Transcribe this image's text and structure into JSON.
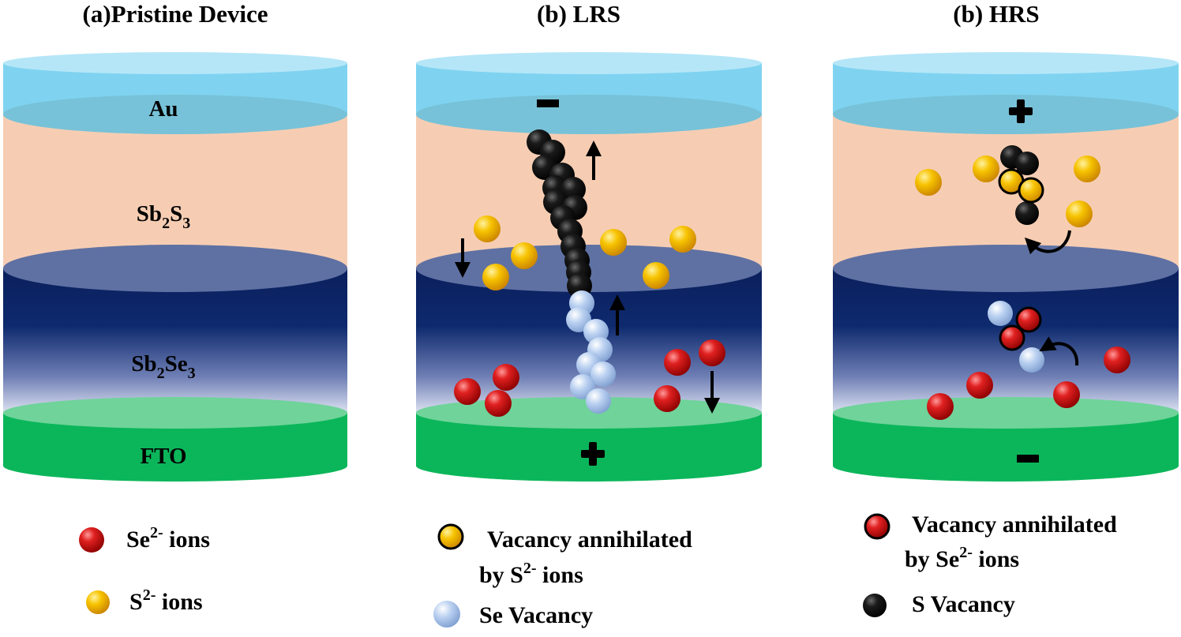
{
  "panels": [
    {
      "id": "pristine",
      "title": "(a)Pristine Device",
      "layers": {
        "top": "Au",
        "upper": {
          "base": "Sb",
          "sub1": "2",
          "mid": "S",
          "sub2": "3"
        },
        "lower": {
          "base": "Sb",
          "sub1": "2",
          "mid": "Se",
          "sub2": "3"
        },
        "bottom": "FTO"
      }
    },
    {
      "id": "lrs",
      "title": "(b) LRS",
      "top_polarity": "minus",
      "bottom_polarity": "plus"
    },
    {
      "id": "hrs",
      "title": "(b) HRS",
      "top_polarity": "plus",
      "bottom_polarity": "minus"
    }
  ],
  "legend": [
    {
      "id": "se-ion",
      "ball": "red",
      "parts": [
        "Se",
        "2-",
        " ions"
      ]
    },
    {
      "id": "s-ion",
      "ball": "yellow",
      "parts": [
        "S",
        "2-",
        " ions"
      ]
    },
    {
      "id": "vacancy-annihilated-s",
      "ball": "yellow-outline",
      "line1": "Vacancy annihilated",
      "line2_parts": [
        "by S",
        "2-",
        " ions"
      ]
    },
    {
      "id": "se-vacancy",
      "ball": "lightblue",
      "parts": [
        "Se Vacancy"
      ]
    },
    {
      "id": "vacancy-annihilated-se",
      "ball": "red-outline",
      "line1": "Vacancy annihilated",
      "line2_parts": [
        "by Se",
        "2-",
        " ions"
      ]
    },
    {
      "id": "s-vacancy",
      "ball": "black",
      "parts": [
        "S Vacancy"
      ]
    }
  ],
  "colors": {
    "au": "#7fd3f0",
    "au_top": "#b5e6f8",
    "sb2s3": "#f6cdb3",
    "sb2se3_dark": "#0b1f5c",
    "sb2se3_light": "#c6cde5",
    "fto": "#0bb65a",
    "fto_top": "#6fd39a",
    "red_ion": "#d11a1a",
    "yellow_ion": "#f2b800",
    "lightblue_vacancy": "#a9c3ea",
    "black_vacancy": "#111111"
  }
}
